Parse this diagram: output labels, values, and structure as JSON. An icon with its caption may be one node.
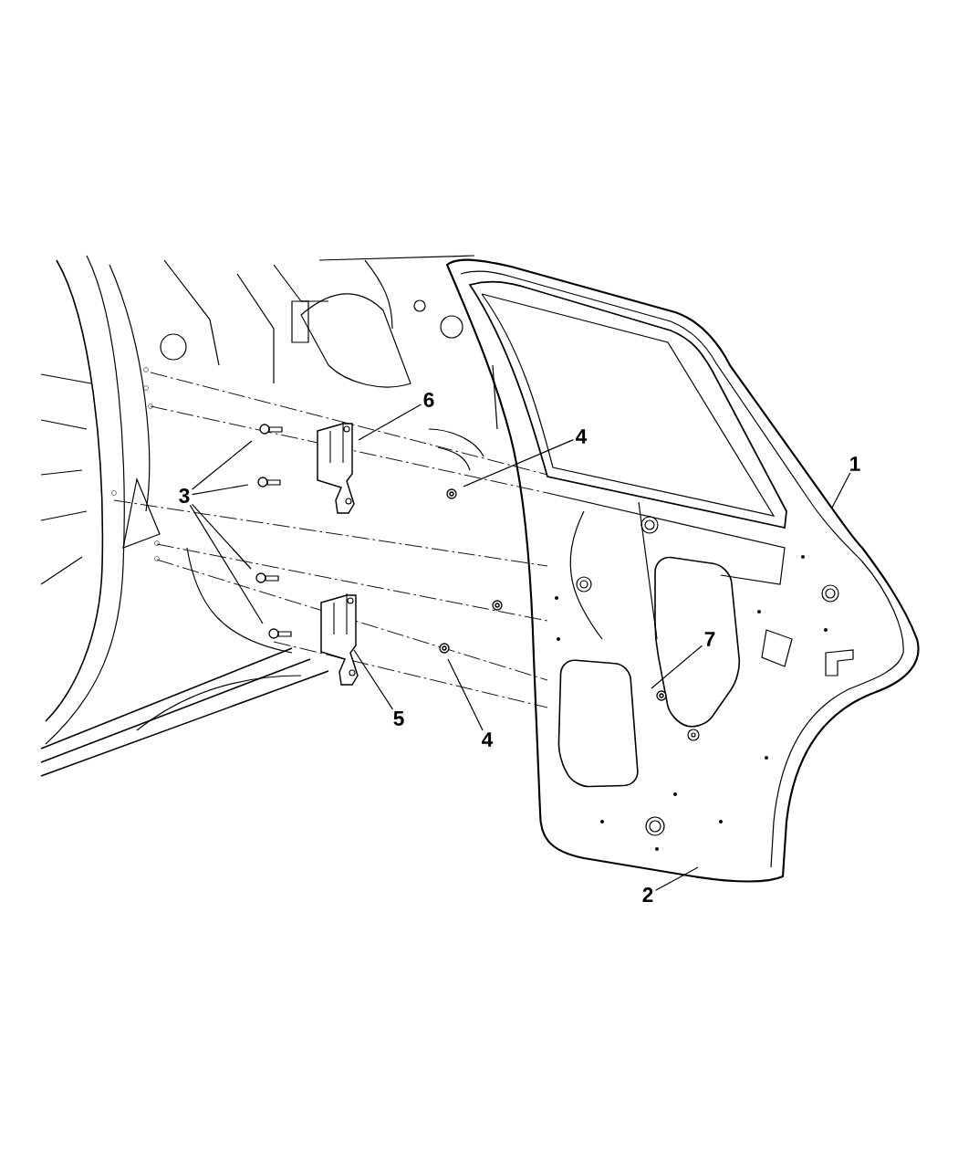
{
  "diagram": {
    "nodes": [
      {
        "text": [
          "6"
        ]
      },
      {
        "text": [
          "4"
        ]
      },
      {
        "text": [
          "1"
        ]
      },
      {
        "text": [
          "3"
        ]
      },
      {
        "text": [
          "7"
        ]
      },
      {
        "text": [
          "5"
        ]
      },
      {
        "text": [
          "4"
        ]
      },
      {
        "text": [
          "2"
        ]
      }
    ],
    "edges": [
      {
        "from": 0,
        "to": null,
        "arrow": "none"
      },
      {
        "from": 1,
        "to": null,
        "arrow": "none"
      },
      {
        "from": 2,
        "to": null,
        "arrow": "none"
      },
      {
        "from": 3,
        "to": null,
        "arrow": "none"
      },
      {
        "from": 3,
        "to": null,
        "arrow": "none"
      },
      {
        "from": 3,
        "to": null,
        "arrow": "none"
      },
      {
        "from": 3,
        "to": null,
        "arrow": "none"
      },
      {
        "from": 4,
        "to": null,
        "arrow": "none"
      },
      {
        "from": 5,
        "to": null,
        "arrow": "none"
      },
      {
        "from": 6,
        "to": null,
        "arrow": "none"
      },
      {
        "from": 7,
        "to": null,
        "arrow": "none"
      }
    ]
  }
}
